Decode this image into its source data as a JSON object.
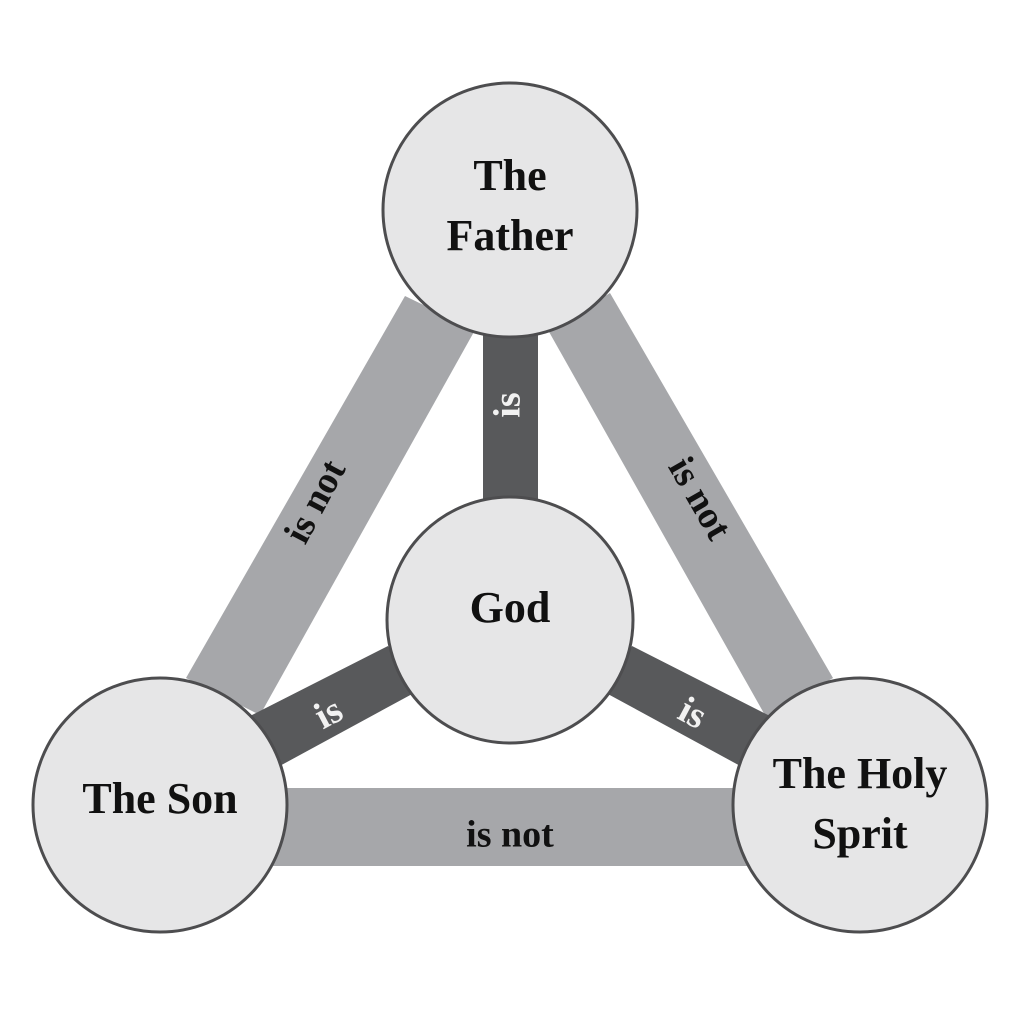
{
  "nodes": {
    "father": {
      "line1": "The",
      "line2": "Father"
    },
    "son": {
      "line1": "The Son"
    },
    "spirit": {
      "line1": "The Holy",
      "line2": "Sprit"
    },
    "god": {
      "line1": "God"
    }
  },
  "relations": {
    "father_son": "is not",
    "father_spirit": "is not",
    "son_spirit": "is not",
    "father_god": "is",
    "son_god": "is",
    "spirit_god": "is"
  },
  "colors": {
    "outer_band": "#a6a7aa",
    "inner_band": "#58595b",
    "node_fill": "#e6e6e7",
    "node_stroke": "#4d4d4f"
  }
}
